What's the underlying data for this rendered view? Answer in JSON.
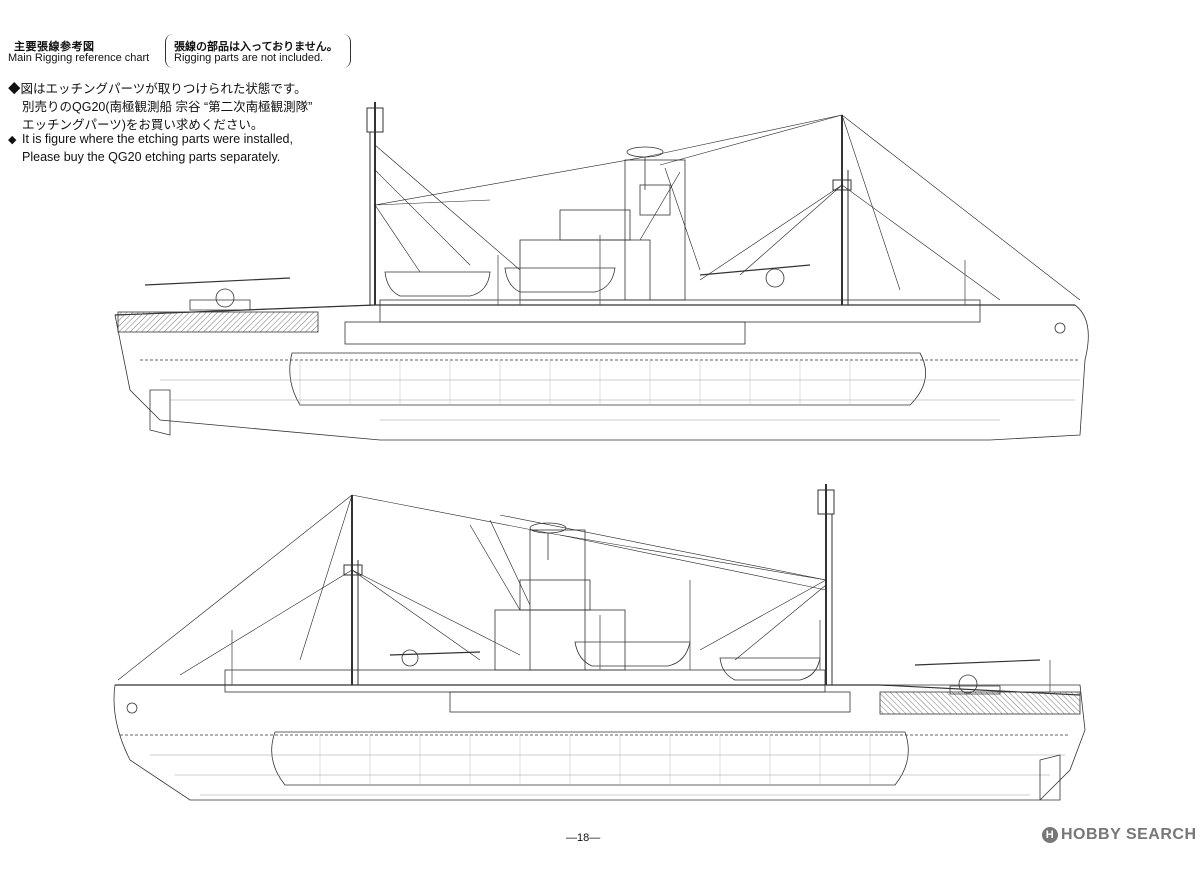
{
  "header": {
    "title_ja": "主要張線参考図",
    "title_en": "Main Rigging reference chart",
    "note_ja": "張線の部品は入っておりません。",
    "note_en": "Rigging parts are not included."
  },
  "instructions": {
    "line1": "◆図はエッチングパーツが取りつけられた状態です。",
    "line2": "別売りのQG20(南極観測船 宗谷 “第二次南極観測隊”",
    "line3": "エッチングパーツ)をお買い求めください。",
    "line4": "It is figure where the etching parts were installed,",
    "line5": "Please buy the QG20 etching parts separately."
  },
  "footer": {
    "page_number": "—18—",
    "logo_mark": "H",
    "logo_text": "HOBBY SEARCH"
  },
  "colors": {
    "line": "#333333",
    "hatch": "#444444"
  }
}
